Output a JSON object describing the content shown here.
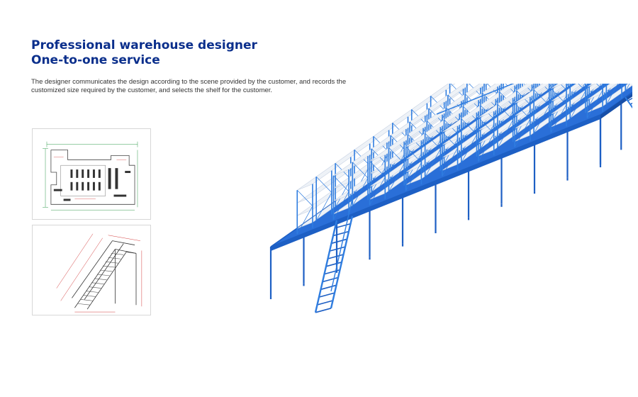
{
  "header": {
    "title_line1": "Professional warehouse designer",
    "title_line2": "One-to-one service",
    "description": "The designer communicates the design according to the scene provided by the customer, and records the customized size required by the customer, and selects the shelf for the customer."
  },
  "colors": {
    "title": "#0b2f8c",
    "rack_blue": "#2f7de0",
    "rack_dark": "#1d5fc4",
    "shelf_white": "#eef2f7",
    "floor_blue": "#2a6fd8",
    "cad_green": "#2f9a4a",
    "cad_red": "#d23b3b"
  }
}
